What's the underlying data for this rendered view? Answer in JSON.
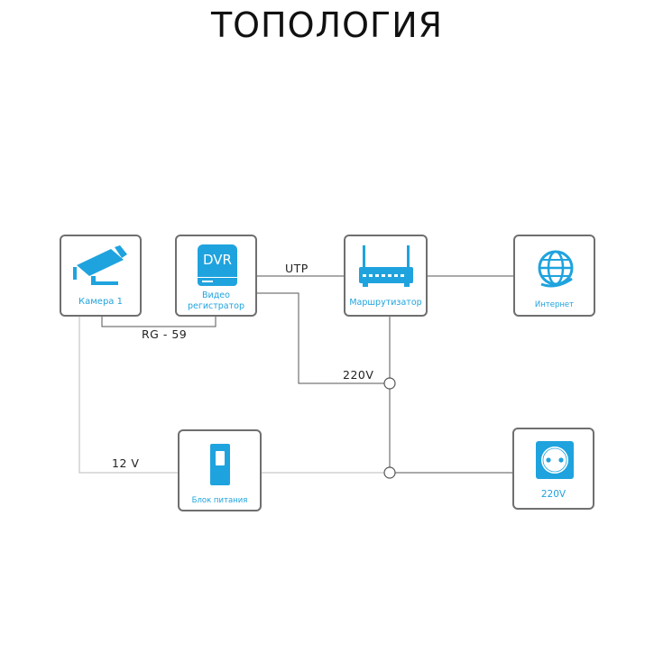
{
  "title": "ТОПОЛОГИЯ",
  "colors": {
    "accent": "#1fa3de",
    "line_dark": "#555555",
    "line_light": "#bbbbbb",
    "border": "#6f6f6f"
  },
  "nodes": {
    "camera": {
      "label": "Камера 1",
      "icon": "cctv-camera-icon"
    },
    "dvr": {
      "icon_text": "DVR",
      "label_line1": "Видео",
      "label_line2": "регистратор",
      "icon": "dvr-icon"
    },
    "router": {
      "label": "Маршрутизатор",
      "icon": "router-icon"
    },
    "internet": {
      "label": "Интернет",
      "icon": "globe-icon"
    },
    "power_supply": {
      "label": "Блок питания",
      "icon": "power-supply-icon"
    },
    "outlet": {
      "label": "220V",
      "icon": "power-outlet-icon"
    }
  },
  "edges": {
    "utp": "UTP",
    "rg59": "RG - 59",
    "dvr_power": "220V",
    "camera_power": "12 V"
  }
}
